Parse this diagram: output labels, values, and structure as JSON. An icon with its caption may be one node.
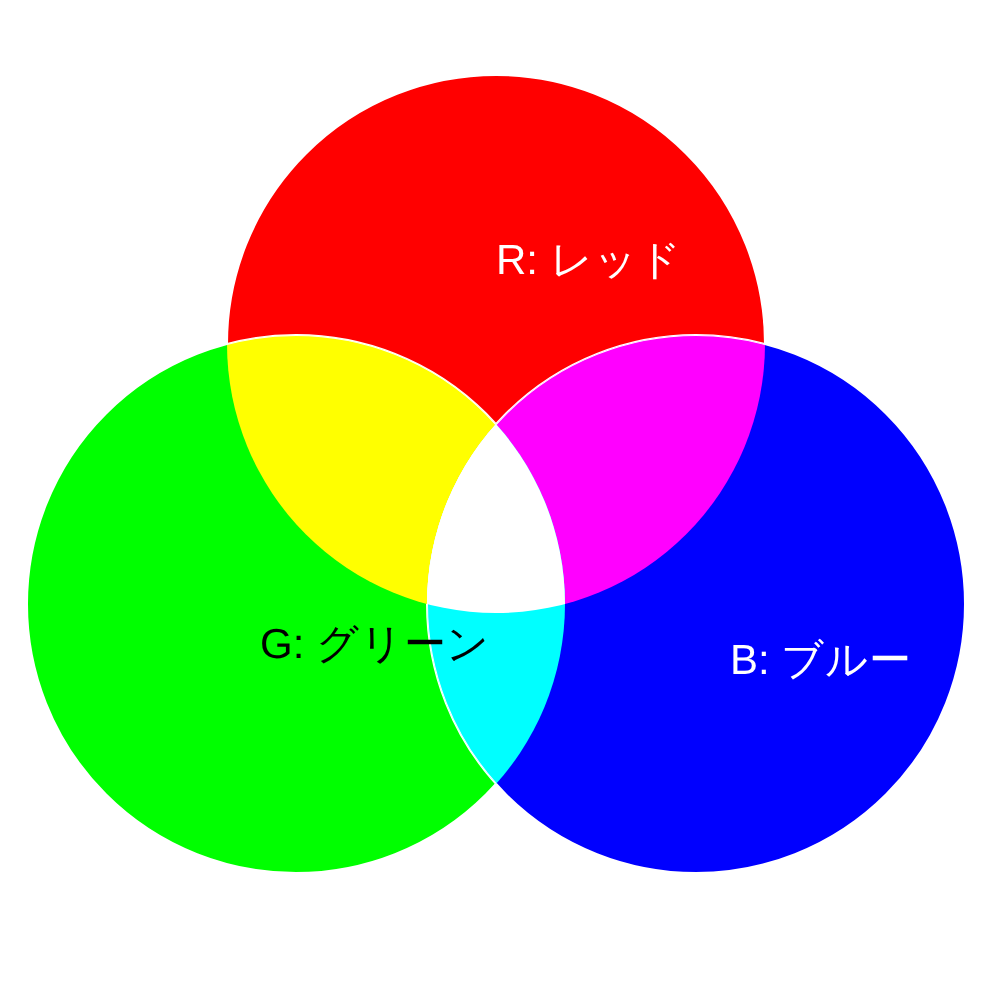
{
  "diagram": {
    "nodes": [
      {
        "text": [
          "R: レッド"
        ]
      },
      {
        "text": [
          "G: グリーン"
        ]
      },
      {
        "text": [
          "B: ブルー"
        ]
      }
    ]
  }
}
